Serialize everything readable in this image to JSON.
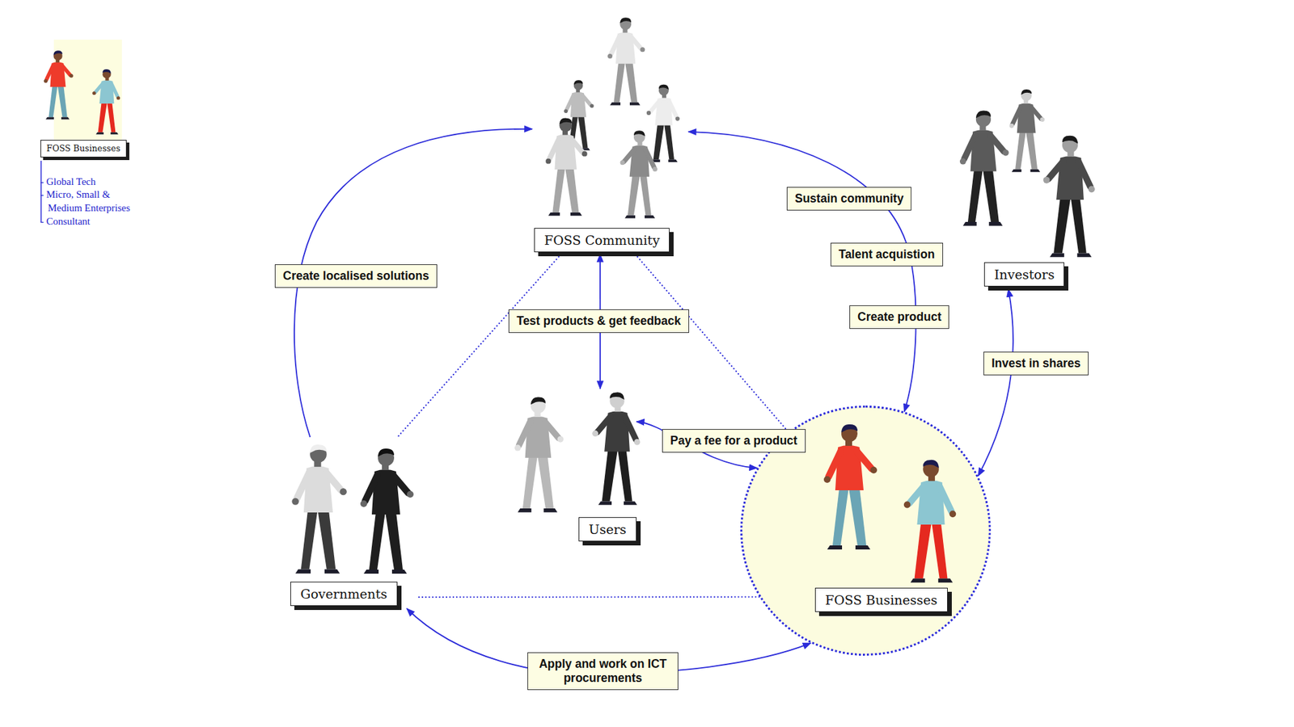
{
  "diagram": {
    "nodes": [
      {
        "text": [
          "FOSS Businesses"
        ]
      },
      {
        "text": [
          "FOSS Community"
        ]
      },
      {
        "text": [
          "Investors"
        ]
      },
      {
        "text": [
          "Users"
        ]
      },
      {
        "text": [
          "Governments"
        ]
      },
      {
        "text": [
          "FOSS Businesses"
        ]
      }
    ],
    "edges": [
      {
        "from": 4,
        "to": 1,
        "label": "Create localised solutions",
        "arrow": "to"
      },
      {
        "from": 5,
        "to": 1,
        "label": "Talent acquistion",
        "arrow": "both"
      },
      {
        "from": 1,
        "to": 3,
        "label": "Test products & get feedback",
        "arrow": "both"
      },
      {
        "from": 1,
        "to": 4,
        "arrow": "none"
      },
      {
        "from": 1,
        "to": 5,
        "arrow": "none"
      },
      {
        "from": 4,
        "to": 5,
        "arrow": "none"
      },
      {
        "from": 3,
        "to": 5,
        "label": "Pay a fee for a product",
        "arrow": "both"
      },
      {
        "from": 4,
        "to": 5,
        "label": "Apply and work on ICT procurements",
        "arrow": "both"
      },
      {
        "from": 5,
        "to": 2,
        "label": "Invest in shares",
        "arrow": "both"
      }
    ],
    "labels": [
      "Sustain community",
      "Create product",
      "- Global Tech",
      "- Micro, Small & Medium Enterprises",
      "- Consultant"
    ]
  }
}
